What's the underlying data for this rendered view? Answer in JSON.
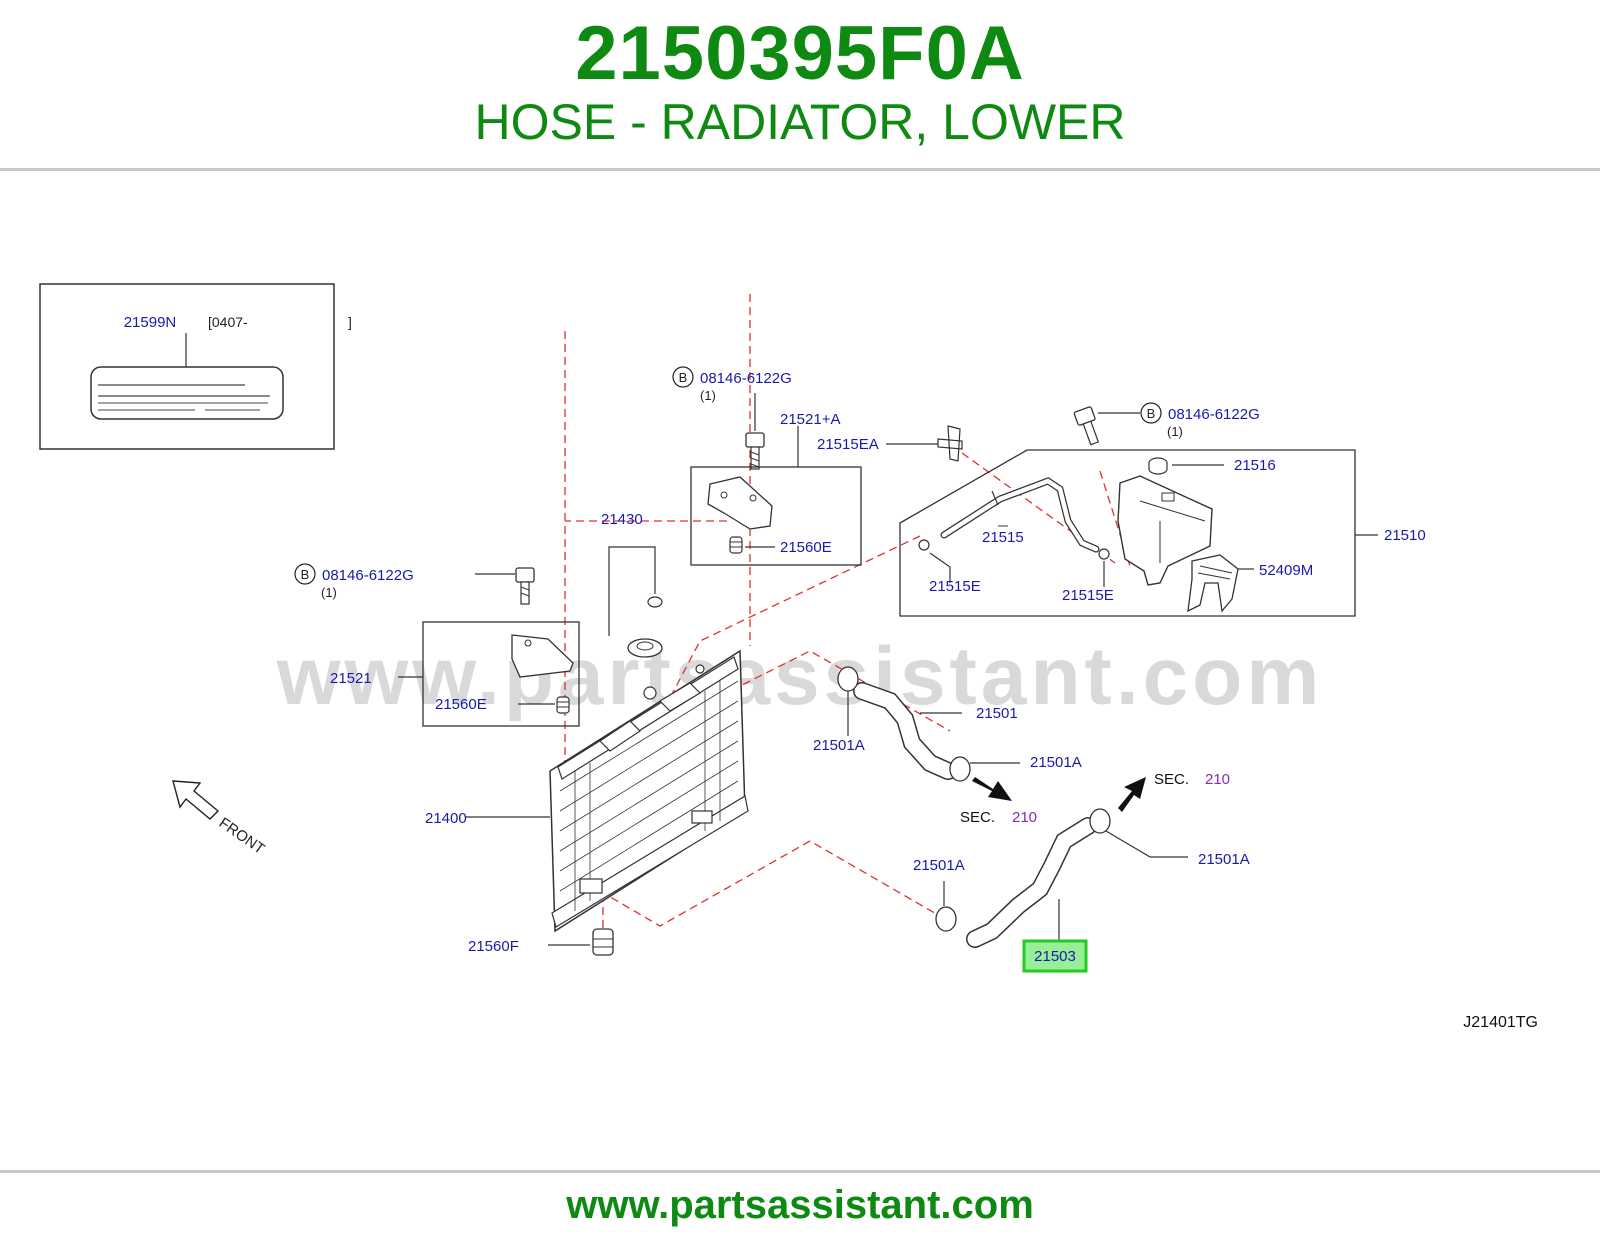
{
  "header": {
    "part_number": "2150395F0A",
    "part_name": "HOSE - RADIATOR, LOWER"
  },
  "footer": {
    "url": "www.partsassistant.com"
  },
  "diagram": {
    "watermark": "www.partsassistant.com",
    "front_label": "FRONT",
    "diagram_code": "J21401TG",
    "highlighted_part": "21503",
    "colors": {
      "brand_green": "#0e8a12",
      "callout_blue": "#1a1aa8",
      "sec_purple": "#8a2bb0",
      "leader_red": "#e03030",
      "highlight": "#22dd22"
    },
    "inset": {
      "part": "21599N",
      "range_start": "[0407-",
      "range_end": "]"
    },
    "labels": {
      "b_letter": "B",
      "bolt": "08146-6122G",
      "qty": "(1)",
      "p21521a": "21521+A",
      "p21515ea": "21515EA",
      "p21516": "21516",
      "p21430": "21430",
      "p21560e": "21560E",
      "p21515": "21515",
      "p21510": "21510",
      "p52409m": "52409M",
      "p21515e": "21515E",
      "p21521": "21521",
      "p21501": "21501",
      "p21501a": "21501A",
      "p21400": "21400",
      "p21560f": "21560F",
      "sec": "SEC.",
      "sec_num": "210"
    }
  }
}
